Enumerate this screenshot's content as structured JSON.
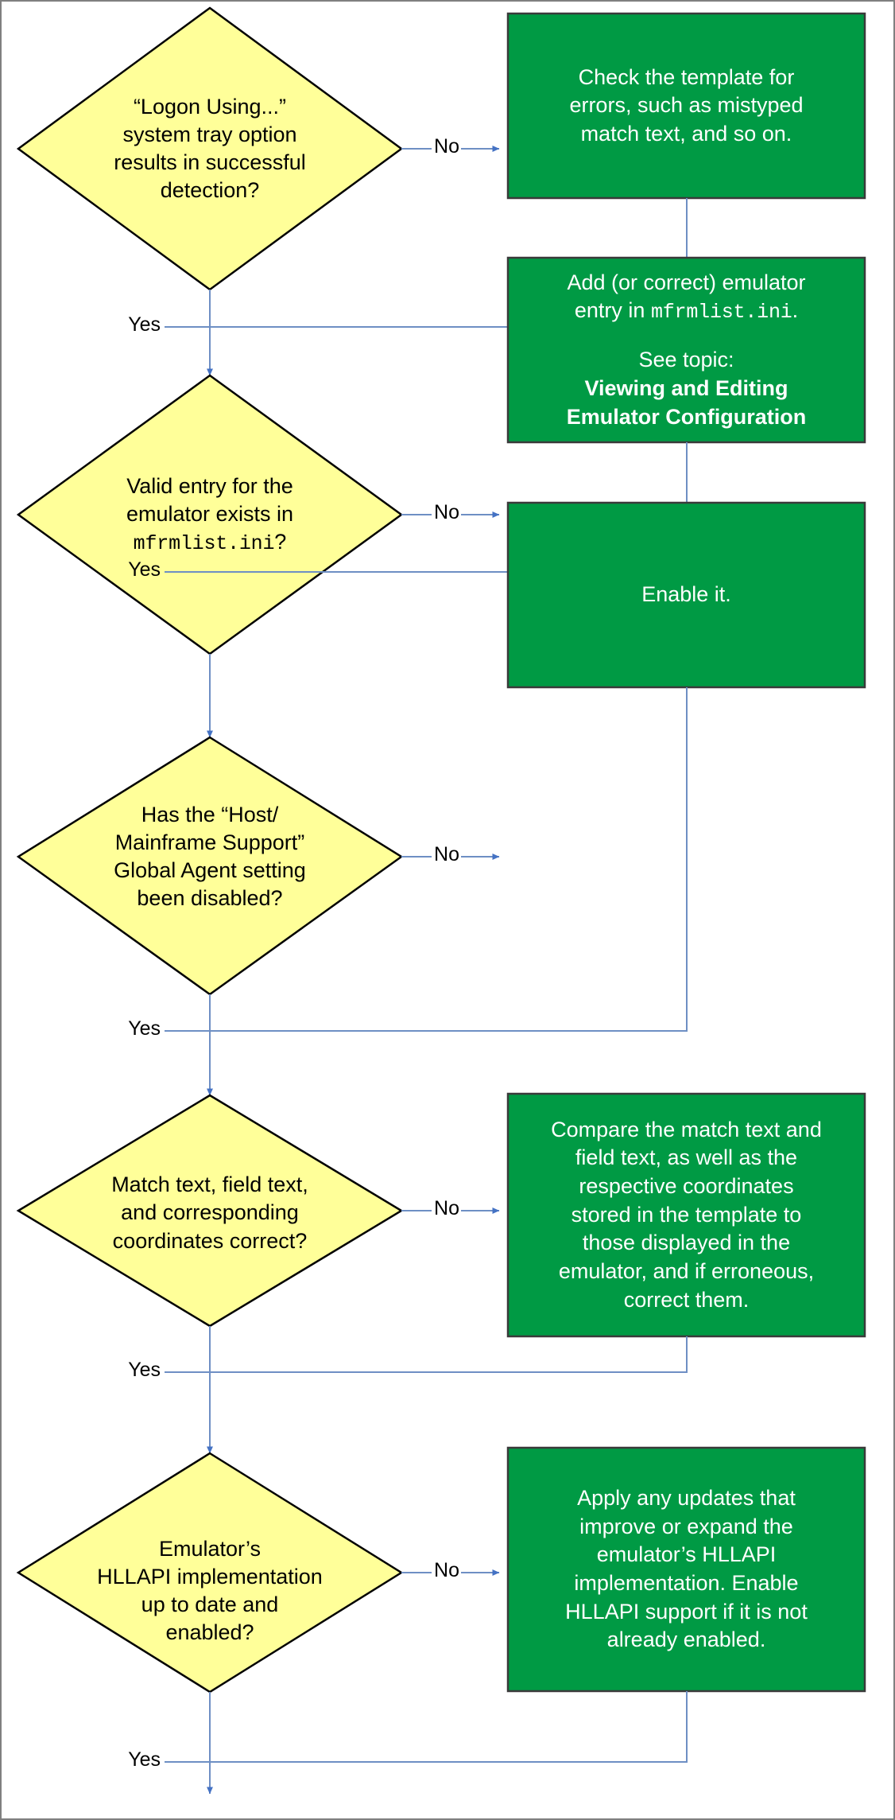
{
  "diagram": {
    "type": "flowchart",
    "title": "Mainframe emulator logon detection troubleshooting flowchart",
    "colors": {
      "decision_fill": "#FFFF99",
      "decision_stroke": "#000000",
      "action_fill": "#009A44",
      "action_stroke": "#333333",
      "connector": "#4472C4",
      "canvas_border": "#808080",
      "decision_text": "#000000",
      "action_text": "#FFFFFF"
    },
    "rows": [
      {
        "id": "row-1",
        "decision": {
          "id": "decision-logon-using",
          "lines": [
            {
              "text": "“Logon Using...”",
              "style": "normal"
            },
            {
              "text": "system tray option",
              "style": "normal"
            },
            {
              "text": "results in successful",
              "style": "normal"
            },
            {
              "text": "detection?",
              "style": "normal"
            }
          ]
        },
        "no_label": "No",
        "yes_label": "Yes",
        "action": {
          "id": "action-check-template",
          "lines": [
            {
              "text": "Check the template for",
              "style": "normal"
            },
            {
              "text": "errors, such as mistyped",
              "style": "normal"
            },
            {
              "text": "match text, and so on.",
              "style": "normal"
            }
          ]
        }
      },
      {
        "id": "row-2",
        "decision": {
          "id": "decision-valid-entry",
          "lines": [
            {
              "text": "Valid entry for the",
              "style": "normal"
            },
            {
              "text": "emulator exists in",
              "style": "normal"
            },
            {
              "text": "mfrmlist.ini",
              "style": "mono",
              "suffix": "?"
            }
          ]
        },
        "no_label": "No",
        "yes_label": "Yes",
        "action": {
          "id": "action-add-entry",
          "lines": [
            {
              "text": "Add (or correct) emulator",
              "style": "normal"
            },
            {
              "text": "entry in ",
              "style": "normal",
              "mono": "mfrmlist.ini",
              "suffix": "."
            },
            {
              "text": "",
              "style": "spacer"
            },
            {
              "text": "See topic:",
              "style": "normal"
            },
            {
              "text": "Viewing and Editing",
              "style": "bold"
            },
            {
              "text": "Emulator Configuration",
              "style": "bold"
            }
          ]
        }
      },
      {
        "id": "row-3",
        "decision": {
          "id": "decision-host-mainframe-support",
          "lines": [
            {
              "text": "Has the “Host/",
              "style": "normal"
            },
            {
              "text": "Mainframe Support”",
              "style": "normal"
            },
            {
              "text": "Global Agent setting",
              "style": "normal"
            },
            {
              "text": "been disabled?",
              "style": "normal"
            }
          ]
        },
        "no_label": "No",
        "yes_label": "Yes",
        "action": {
          "id": "action-enable-it",
          "lines": [
            {
              "text": "Enable it.",
              "style": "normal"
            }
          ]
        }
      },
      {
        "id": "row-4",
        "decision": {
          "id": "decision-match-text-coordinates",
          "lines": [
            {
              "text": "Match text, field text,",
              "style": "normal"
            },
            {
              "text": "and corresponding",
              "style": "normal"
            },
            {
              "text": "coordinates correct?",
              "style": "normal"
            }
          ]
        },
        "no_label": "No",
        "yes_label": "Yes",
        "action": {
          "id": "action-compare-match-text",
          "lines": [
            {
              "text": "Compare the match text and",
              "style": "normal"
            },
            {
              "text": "field text, as well as the",
              "style": "normal"
            },
            {
              "text": "respective coordinates",
              "style": "normal"
            },
            {
              "text": "stored in the template to",
              "style": "normal"
            },
            {
              "text": "those displayed in the",
              "style": "normal"
            },
            {
              "text": "emulator, and if erroneous,",
              "style": "normal"
            },
            {
              "text": "correct them.",
              "style": "normal"
            }
          ]
        }
      },
      {
        "id": "row-5",
        "decision": {
          "id": "decision-hllapi-up-to-date",
          "lines": [
            {
              "text": "Emulator’s",
              "style": "normal"
            },
            {
              "text": "HLLAPI implementation",
              "style": "normal"
            },
            {
              "text": "up to date and",
              "style": "normal"
            },
            {
              "text": "enabled?",
              "style": "normal"
            }
          ]
        },
        "no_label": "No",
        "yes_label": "Yes",
        "action": {
          "id": "action-apply-updates",
          "lines": [
            {
              "text": "Apply any updates that",
              "style": "normal"
            },
            {
              "text": "improve or expand the",
              "style": "normal"
            },
            {
              "text": "emulator’s HLLAPI",
              "style": "normal"
            },
            {
              "text": "implementation. Enable",
              "style": "normal"
            },
            {
              "text": "HLLAPI support if it is not",
              "style": "normal"
            },
            {
              "text": "already enabled.",
              "style": "normal"
            }
          ]
        }
      }
    ]
  }
}
